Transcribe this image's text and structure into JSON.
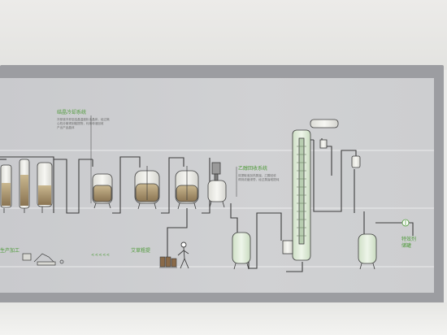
{
  "panel": {
    "section_labels": {
      "crystallization_system": "结晶冷却系统",
      "ethanol_recovery_system": "乙醇回收系统",
      "production_processing": "生产加工",
      "herb_processing": "艾草粗提",
      "special_recovery": "特效剂",
      "recovery_tank": "储罐"
    },
    "descriptions": {
      "crystallization_system": [
        "冷却液冷却至结晶温度析出晶体，经过离",
        "心机分离得到粗提物，利用母液回收",
        "产出产品晶体"
      ],
      "ethanol_recovery_system": [
        "将提取液加热蒸馏，乙醇回收",
        "得到浓缩浸膏，经过蒸馏塔提纯"
      ]
    },
    "flow_arrow": "<<<<<"
  },
  "colors": {
    "pipe": "#3d3d3d",
    "accent": "#4f9a3a",
    "panel": "#cdced0",
    "frame": "#9c9da1",
    "liquid": "#a4906c",
    "vessel_glass": "#eeeeea",
    "tank_tint": "#d7e6d0"
  }
}
